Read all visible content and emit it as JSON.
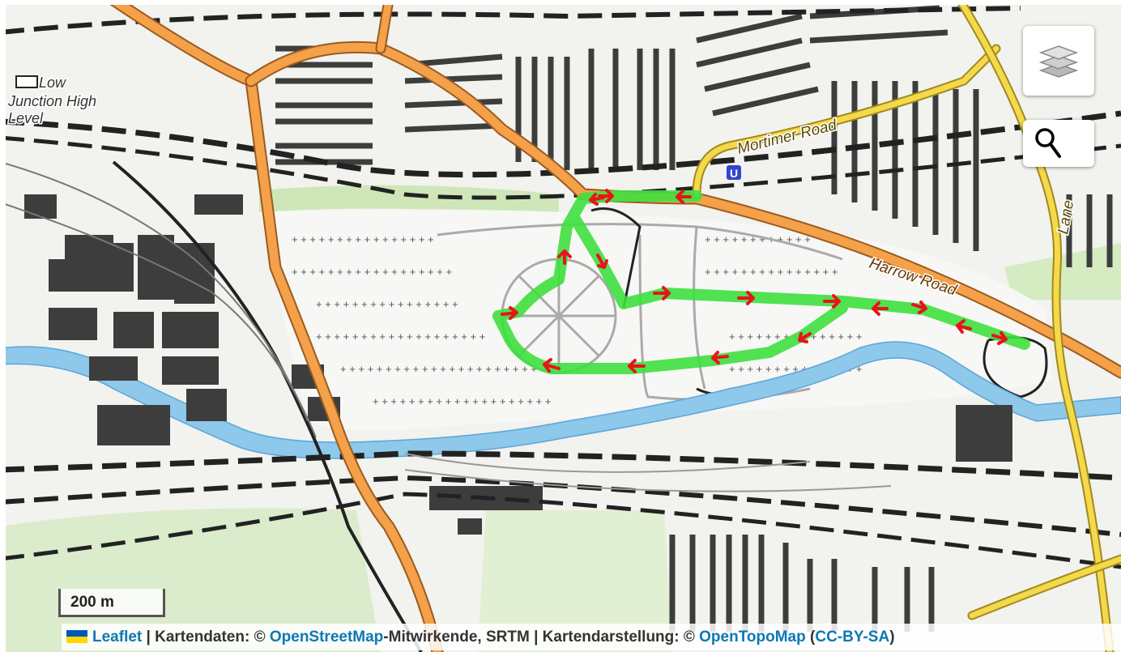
{
  "controls": {
    "layers_icon": "layers-icon",
    "search_icon": "search-icon"
  },
  "scale": {
    "label": "200 m"
  },
  "attribution": {
    "leaflet": "Leaflet",
    "sep1": " | Kartendaten: © ",
    "osm": "OpenStreetMap",
    "text2": "-Mitwirkende, SRTM | Kartendarstellung: © ",
    "otm": "OpenTopoMap",
    "paren_open": " (",
    "license": "CC-BY-SA",
    "paren_close": ")"
  },
  "labels": {
    "mortimer_road": "Mortimer Road",
    "harrow_road": "Harrow Road",
    "junction_1": "Low",
    "junction_2": "Junction High",
    "junction_3": "Level",
    "lane": "Lane"
  },
  "colors": {
    "track": "#3fe03f",
    "arrow": "#e8141b",
    "water": "#8ec8ea",
    "major_road": "#f5a14a",
    "secondary_road": "#f4d94c",
    "building": "#3d3d3d"
  }
}
